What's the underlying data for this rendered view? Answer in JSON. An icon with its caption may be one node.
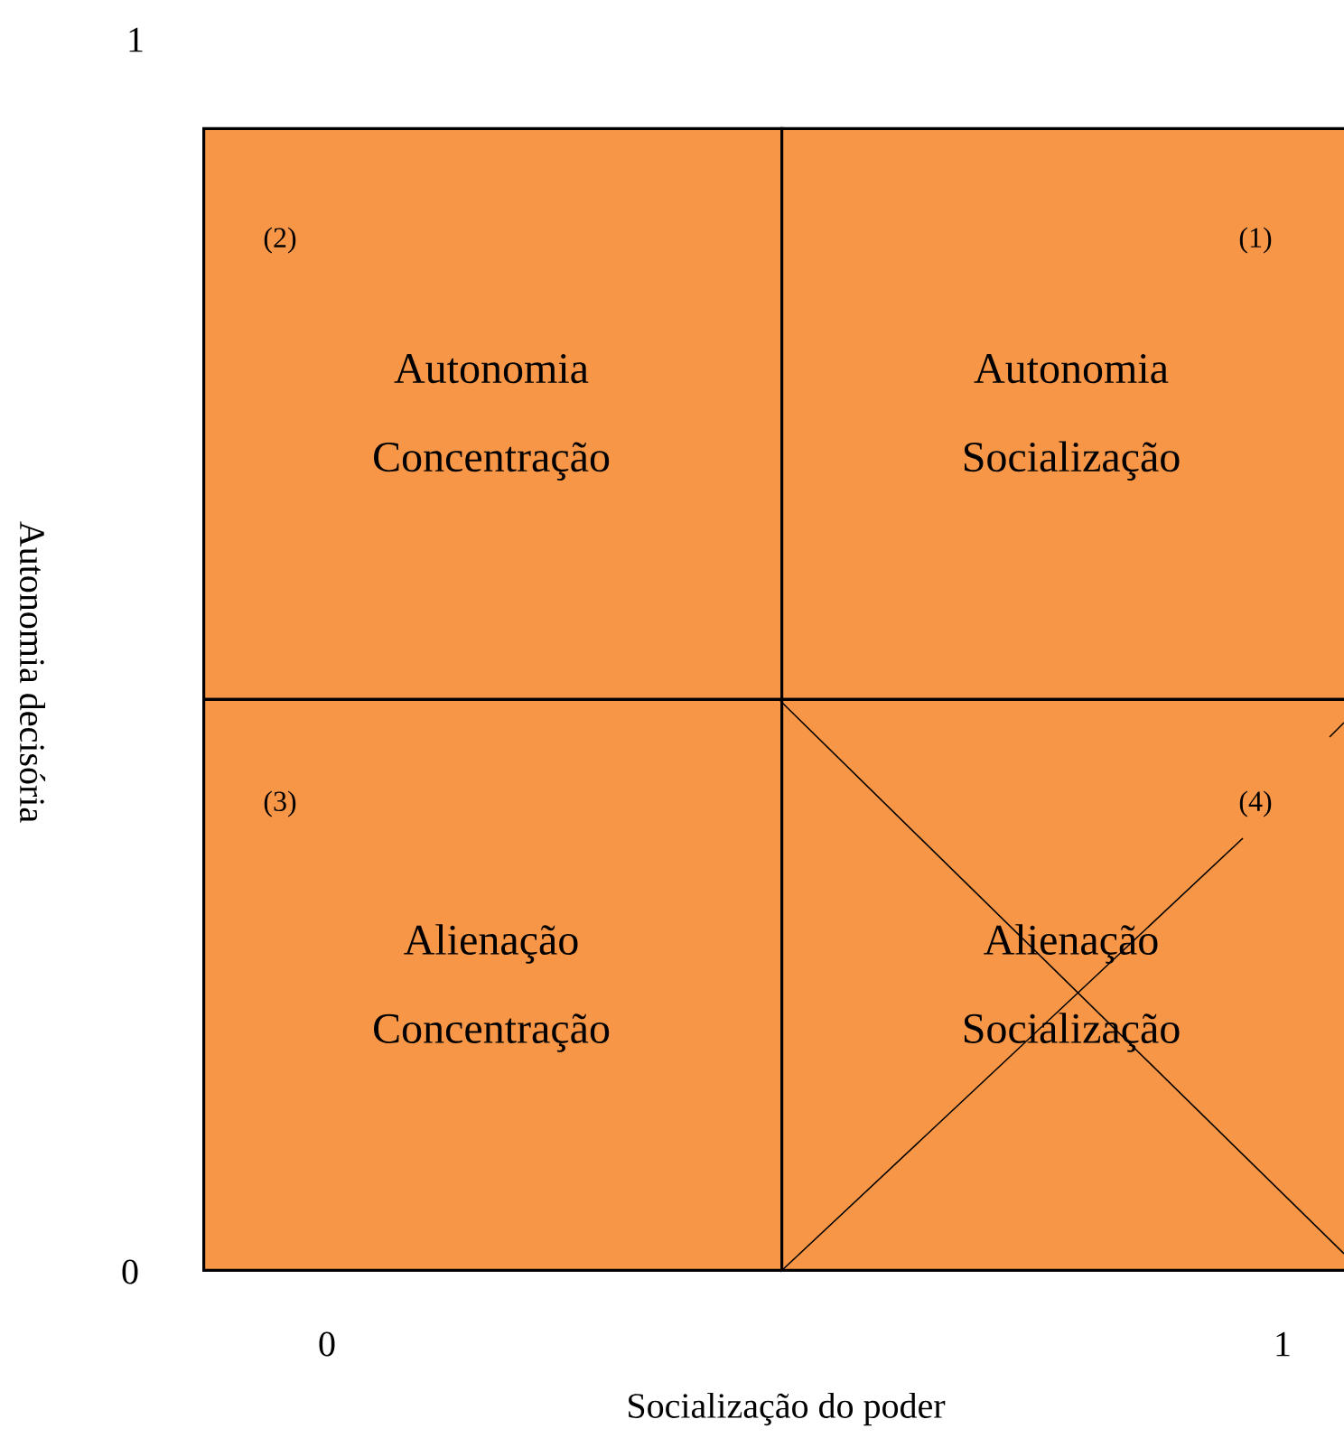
{
  "diagram": {
    "nodes": [
      {
        "text": [
          "(2)",
          "Autonomia Concentração"
        ]
      },
      {
        "text": [
          "(1)",
          "Autonomia Socialização"
        ]
      },
      {
        "text": [
          "(3)",
          "Alienação Concentração"
        ]
      },
      {
        "text": [
          "(4)",
          "Alienação Socialização"
        ]
      }
    ],
    "labels": [
      "1",
      "Autonomia decisória",
      "0",
      "0",
      "1",
      "Socialização do poder"
    ]
  }
}
